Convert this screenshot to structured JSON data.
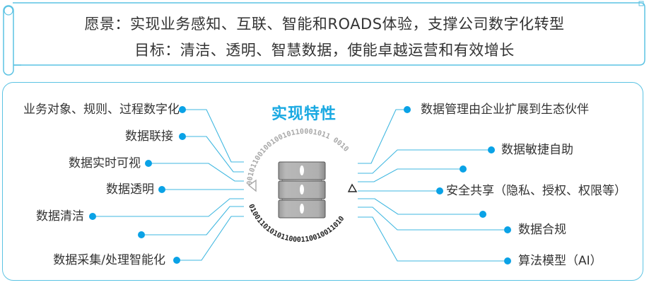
{
  "banner": {
    "vision_label": "愿景：",
    "vision_text": "实现业务感知、互联、智能和ROADS体验，支撑公司数字化转型",
    "goal_label": "目标：",
    "goal_text": "清洁、透明、智慧数据，使能卓越运营和有效增长"
  },
  "panel": {
    "title": "实现特性",
    "center_icon": "database-server-icon",
    "binary_top": "0010110010010010110001011 0010",
    "binary_bottom": "0100110101011000110010011010",
    "left_features": [
      {
        "label": "业务对象、规则、过程数字化"
      },
      {
        "label": "数据联接"
      },
      {
        "label": "数据实时可视"
      },
      {
        "label": "数据透明"
      },
      {
        "label": "数据清洁"
      },
      {
        "label": ""
      },
      {
        "label": "数据采集/处理智能化"
      }
    ],
    "right_features": [
      {
        "label": "数据管理由企业扩展到生态伙伴"
      },
      {
        "label": "数据敏捷自助"
      },
      {
        "label": ""
      },
      {
        "label": "安全共享（隐私、授权、权限等）"
      },
      {
        "label": ""
      },
      {
        "label": "数据合规"
      },
      {
        "label": "算法模型（AI）"
      }
    ]
  },
  "colors": {
    "accent": "#19a9e2",
    "line": "#5cc3e3",
    "dot": "#0aa2e6",
    "text": "#333333"
  }
}
